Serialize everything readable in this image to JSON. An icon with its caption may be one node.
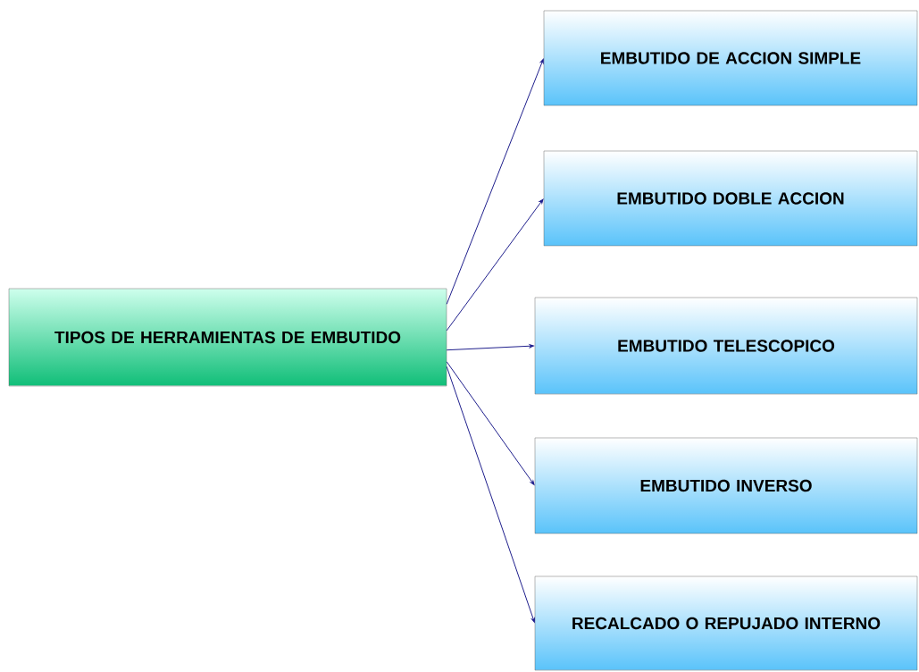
{
  "diagram": {
    "nodes": [
      {
        "text": [
          "TIPOS DE HERRAMIENTAS DE EMBUTIDO"
        ]
      },
      {
        "text": [
          "EMBUTIDO DE ACCION SIMPLE"
        ]
      },
      {
        "text": [
          "EMBUTIDO DOBLE ACCION"
        ]
      },
      {
        "text": [
          "EMBUTIDO TELESCOPICO"
        ]
      },
      {
        "text": [
          "EMBUTIDO INVERSO"
        ]
      },
      {
        "text": [
          "RECALCADO O REPUJADO INTERNO"
        ]
      }
    ],
    "edges": [
      {
        "from": 0,
        "to": 1,
        "arrow": "to"
      },
      {
        "from": 0,
        "to": 2,
        "arrow": "to"
      },
      {
        "from": 0,
        "to": 3,
        "arrow": "to"
      },
      {
        "from": 0,
        "to": 4,
        "arrow": "to"
      },
      {
        "from": 0,
        "to": 5,
        "arrow": "to"
      }
    ]
  }
}
